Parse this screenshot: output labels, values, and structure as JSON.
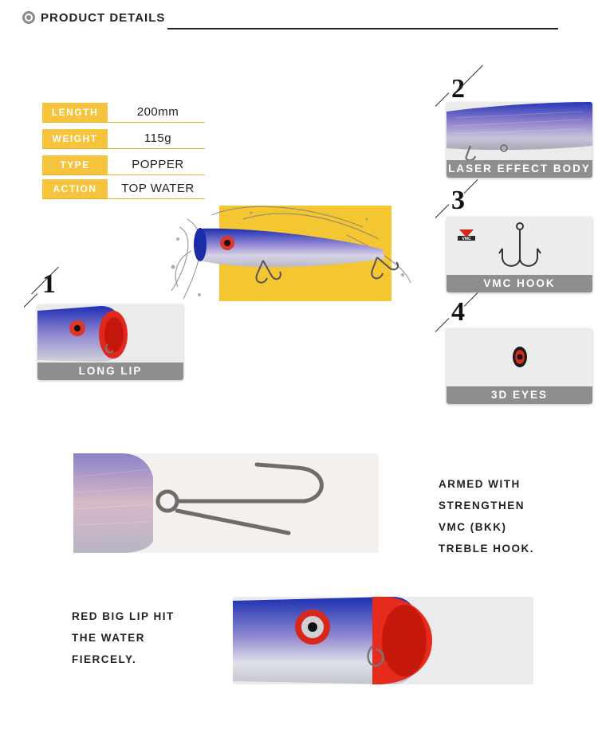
{
  "header": {
    "title": "PRODUCT DETAILS"
  },
  "specs": [
    {
      "label": "LENGTH",
      "value": "200mm"
    },
    {
      "label": "WEIGHT",
      "value": "115g"
    },
    {
      "label": "TYPE",
      "value": "POPPER"
    },
    {
      "label": "ACTION",
      "value": "TOP WATER"
    }
  ],
  "callouts": [
    {
      "number": "1",
      "label": "LONG LIP"
    },
    {
      "number": "2",
      "label": "LASER EFFECT BODY"
    },
    {
      "number": "3",
      "label": "VMC HOOK",
      "logo_text": "VMC"
    },
    {
      "number": "4",
      "label": "3D EYES"
    }
  ],
  "features": [
    {
      "lines": [
        "ARMED WITH",
        "STRENGTHEN",
        "VMC (BKK)",
        "TREBLE HOOK."
      ]
    },
    {
      "lines": [
        "RED BIG LIP HIT",
        "THE WATER",
        "FIERCELY."
      ]
    }
  ],
  "colors": {
    "accent": "#f6c33d",
    "card_label": "#8e8e8e",
    "lure_blue": "#2a3fc4",
    "lip_red": "#e32a1c"
  }
}
